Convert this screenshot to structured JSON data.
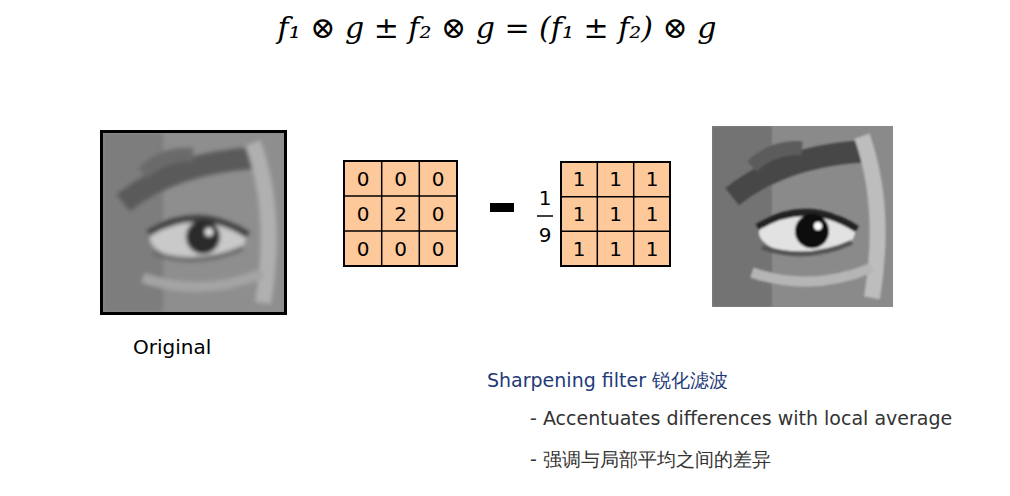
{
  "diagram": {
    "labels": [
      "f₁ ⊗ g ± f₂ ⊗ g = (f₁ ± f₂) ⊗ g",
      "Original",
      "0",
      "0",
      "0",
      "0",
      "2",
      "0",
      "0",
      "0",
      "0",
      "1",
      "9",
      "1",
      "1",
      "1",
      "1",
      "1",
      "1",
      "1",
      "1",
      "1",
      "Sharpening filter 锐化滤波",
      "- Accentuates differences with local average",
      "- 强调与局部平均之间的差异"
    ]
  }
}
